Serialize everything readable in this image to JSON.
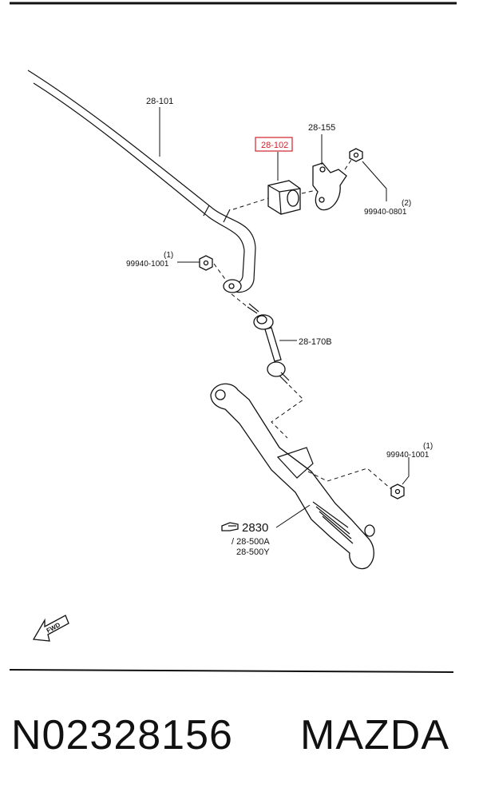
{
  "callouts": {
    "stabilizer_bar": "28-101",
    "bushing": "28-102",
    "bracket": "28-155",
    "bracket_nut_ref": "(2)",
    "bracket_nut": "99940-0801",
    "bar_nut_ref": "(1)",
    "bar_nut": "99940-1001",
    "link": "28-170B",
    "arm_nut_ref": "(1)",
    "arm_nut": "99940-1001",
    "arm_ref": "2830",
    "arm_alt_a": "/ 28-500A",
    "arm_alt_b": "28-500Y",
    "fwd": "FWD"
  },
  "highlight_color": "#d0222a",
  "footer": {
    "part_number": "N02328156",
    "brand": "MAZDA"
  }
}
